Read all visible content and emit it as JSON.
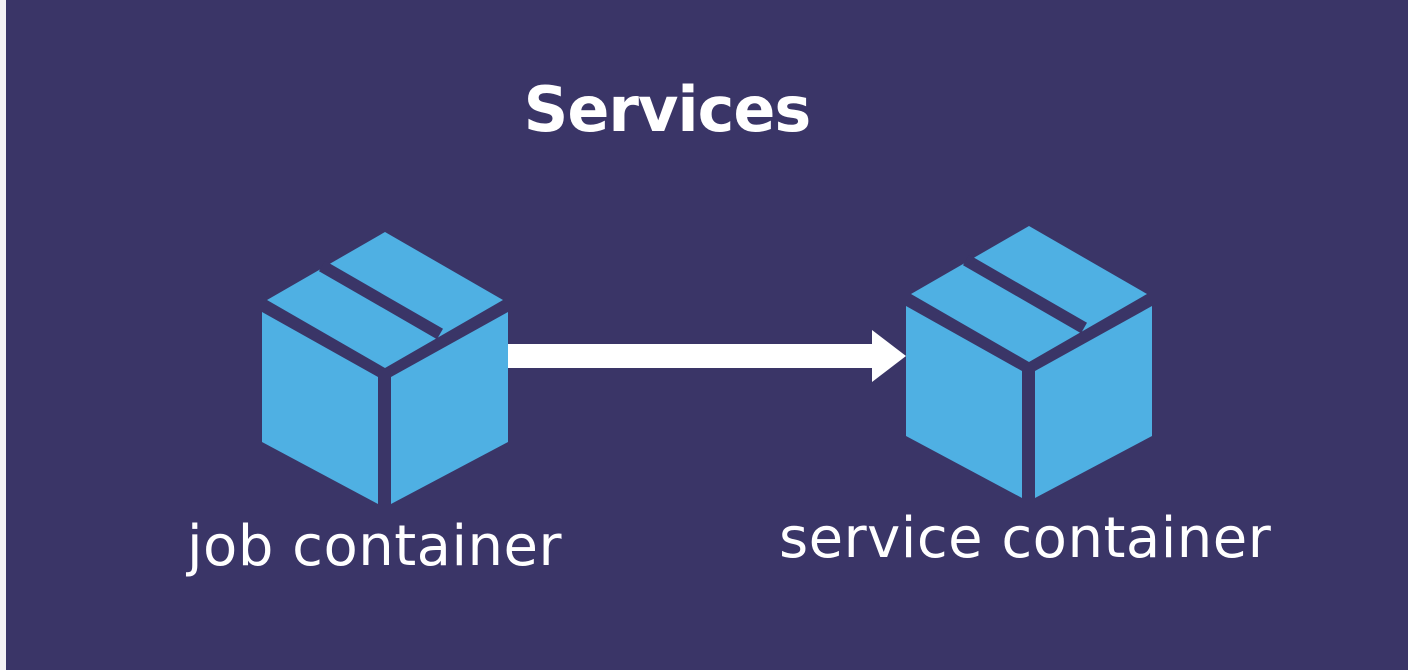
{
  "slide": {
    "title": "Services",
    "background_color": "#3a3567",
    "accent_color": "#4fb0e3"
  },
  "nodes": [
    {
      "id": "job",
      "label": "job container",
      "icon": "package-box-icon"
    },
    {
      "id": "service",
      "label": "service container",
      "icon": "package-box-icon"
    }
  ],
  "edges": [
    {
      "from": "job",
      "to": "service",
      "style": "arrow",
      "color": "#ffffff"
    }
  ]
}
